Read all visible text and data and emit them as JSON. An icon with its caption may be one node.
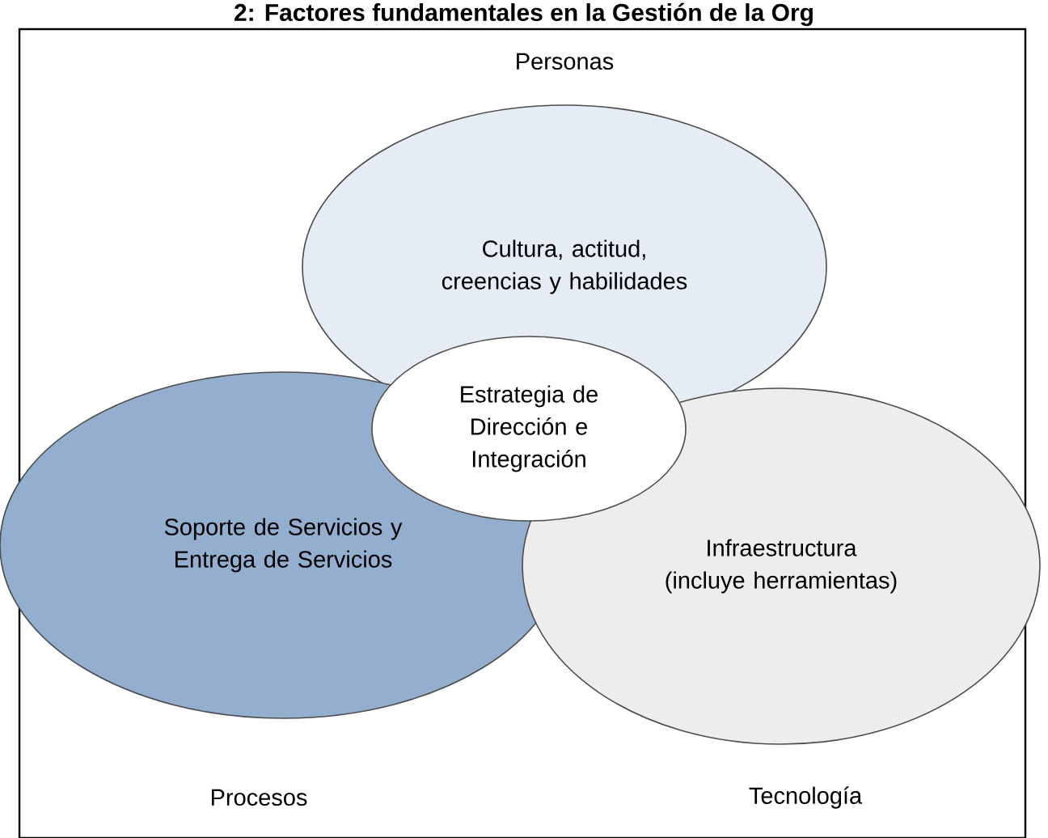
{
  "diagram": {
    "title": "2: Factores fundamentales en la Gestión de la Org",
    "nodes": [
      {
        "text": [
          "Cultura, actitud, creencias y habilidades"
        ],
        "beside": [
          "Personas"
        ]
      },
      {
        "text": [
          "Estrategia de Dirección e Integración"
        ]
      },
      {
        "text": [
          "Soporte de Servicios y Entrega de Servicios"
        ],
        "beside": [
          "Procesos"
        ]
      },
      {
        "text": [
          "Infraestructura (incluye herramientas)"
        ],
        "beside": [
          "Tecnología"
        ]
      }
    ]
  }
}
